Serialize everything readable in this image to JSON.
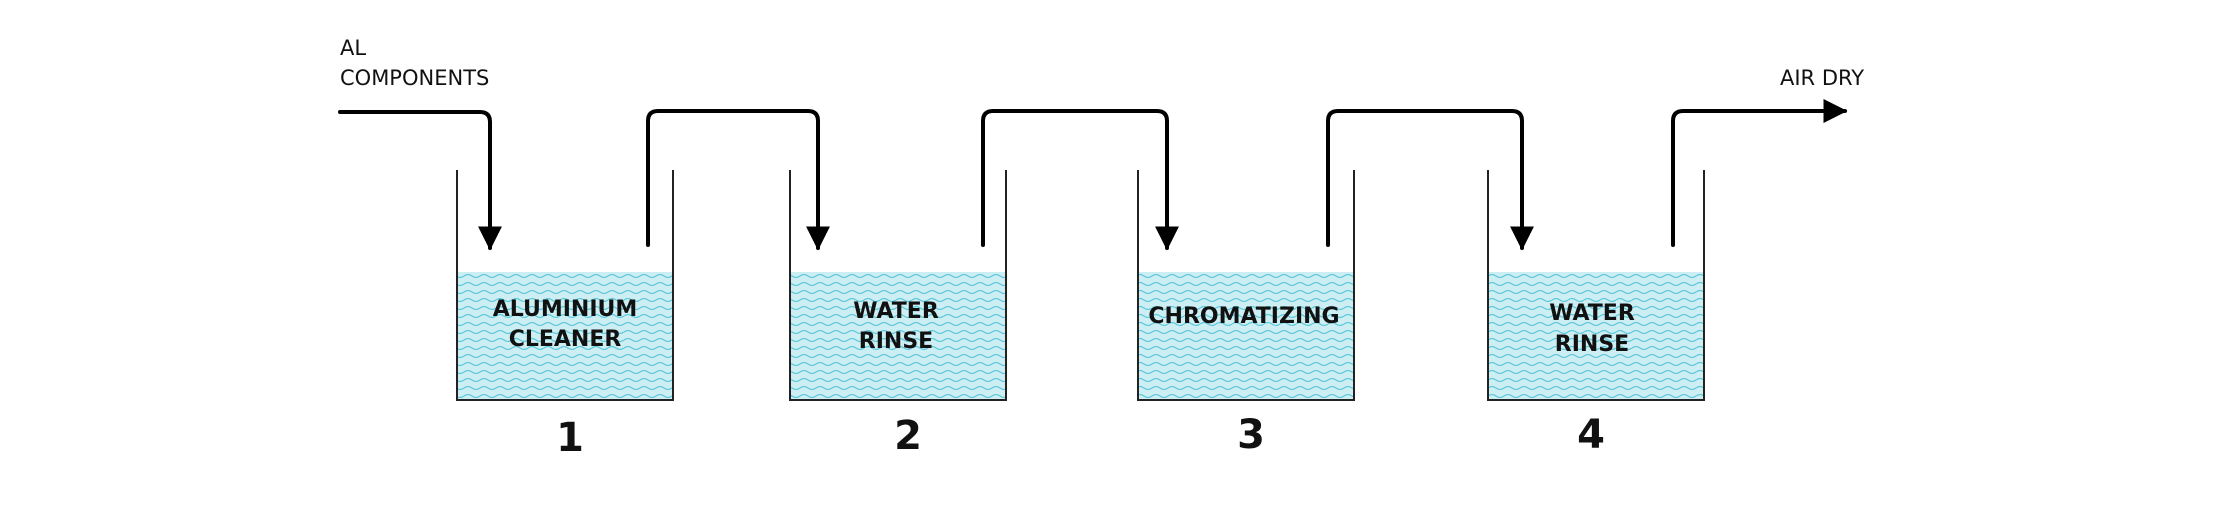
{
  "input_label": [
    "AL",
    "COMPONENTS"
  ],
  "output_label": "AIR DRY",
  "colors": {
    "liquid": "#cdeff4",
    "wave": "#5ec9d9",
    "line": "#000000"
  },
  "tanks": [
    {
      "number": "1",
      "lines": [
        "ALUMINIUM",
        "CLEANER"
      ]
    },
    {
      "number": "2",
      "lines": [
        "WATER",
        "RINSE"
      ]
    },
    {
      "number": "3",
      "lines": [
        "CHROMATIZING"
      ]
    },
    {
      "number": "4",
      "lines": [
        "WATER",
        "RINSE"
      ]
    }
  ]
}
